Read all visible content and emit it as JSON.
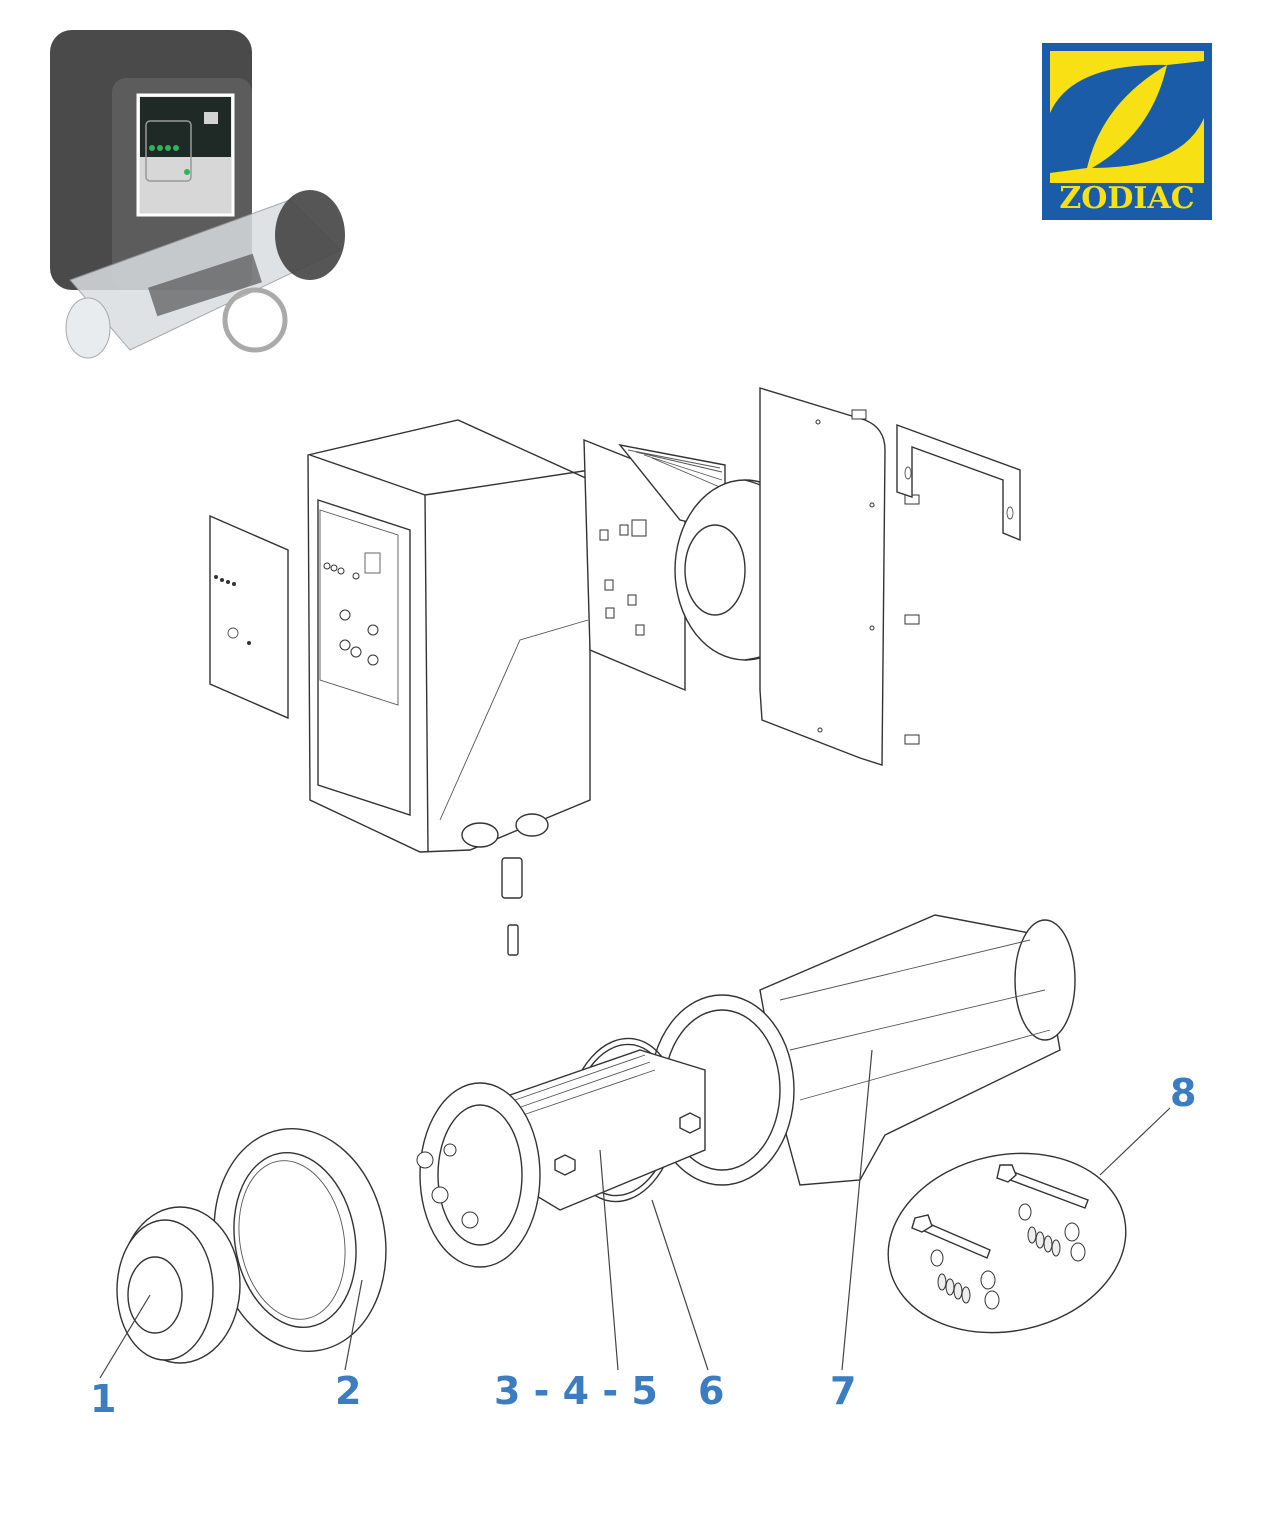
{
  "brand": {
    "logo_text": "ZODIAC",
    "colors": {
      "blue": "#1b5ca8",
      "yellow": "#f7e014",
      "callout": "#3c7cc0"
    }
  },
  "callouts": [
    {
      "label": "1",
      "part": "end-cap"
    },
    {
      "label": "2",
      "part": "ring-nut"
    },
    {
      "label": "3 - 4 - 5",
      "part": "electrode"
    },
    {
      "label": "6",
      "part": "o-ring"
    },
    {
      "label": "7",
      "part": "cell-body"
    },
    {
      "label": "8",
      "part": "bolt-kit"
    }
  ]
}
